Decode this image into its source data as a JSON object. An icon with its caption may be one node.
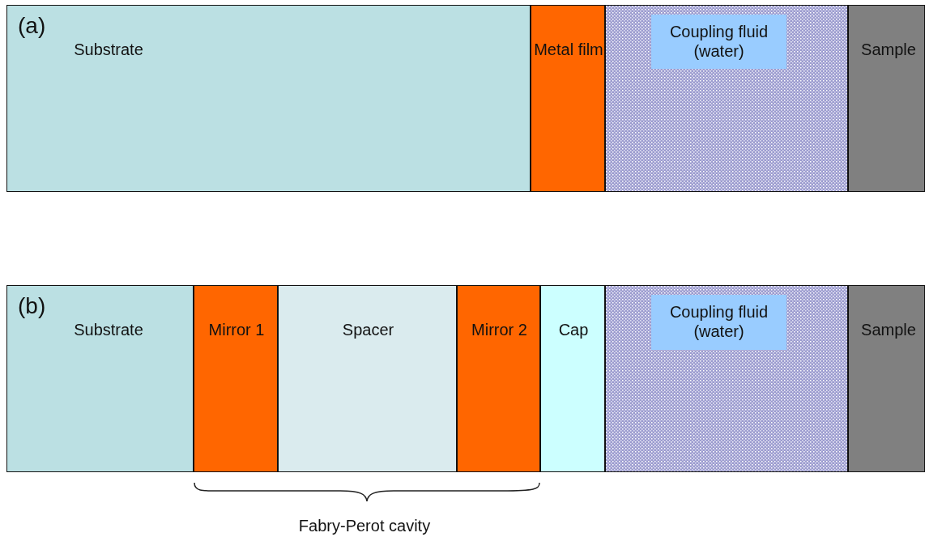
{
  "diagram": {
    "nodes": [
      {
        "text": [
          "Substrate"
        ]
      },
      {
        "text": [
          "Metal film"
        ]
      },
      {
        "text": [],
        "shape": "box"
      },
      {
        "text": [
          "Coupling fluid (water)"
        ],
        "in": 2
      },
      {
        "text": [
          "Sample"
        ]
      },
      {
        "text": [
          "Substrate"
        ]
      },
      {
        "text": [
          "Mirror 1"
        ]
      },
      {
        "text": [
          "Spacer"
        ]
      },
      {
        "text": [
          "Mirror 2"
        ]
      },
      {
        "text": [
          "Cap"
        ]
      },
      {
        "text": [],
        "shape": "box"
      },
      {
        "text": [
          "Coupling fluid (water)"
        ],
        "in": 10
      },
      {
        "text": [
          "Sample"
        ]
      }
    ],
    "labels": [
      "(a)",
      "(b)",
      "Fabry-Perot cavity"
    ]
  }
}
